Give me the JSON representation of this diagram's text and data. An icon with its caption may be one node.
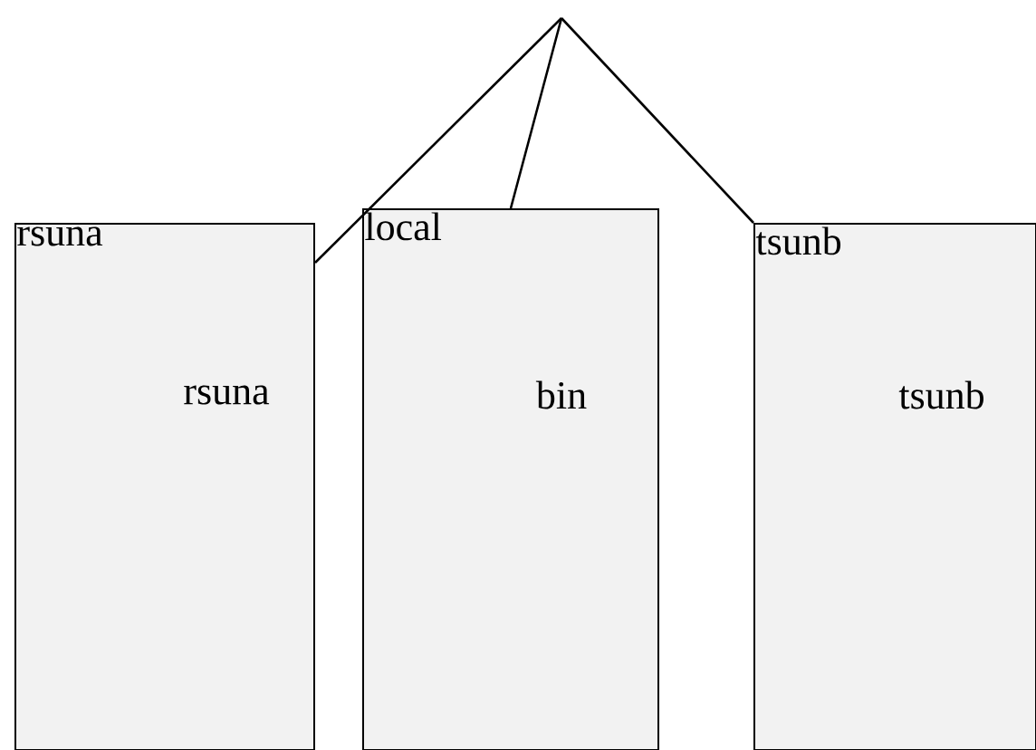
{
  "diagram": {
    "nodes": [
      {
        "text": [
          "rsuna",
          "rsuna"
        ]
      },
      {
        "text": [
          "local",
          "bin"
        ]
      },
      {
        "text": [
          "tsunb",
          "tsunb"
        ]
      }
    ],
    "edges": [
      {
        "from": null,
        "to": 0,
        "arrow": "none"
      },
      {
        "from": null,
        "to": 1,
        "arrow": "none"
      },
      {
        "from": null,
        "to": 2,
        "arrow": "none"
      }
    ]
  }
}
